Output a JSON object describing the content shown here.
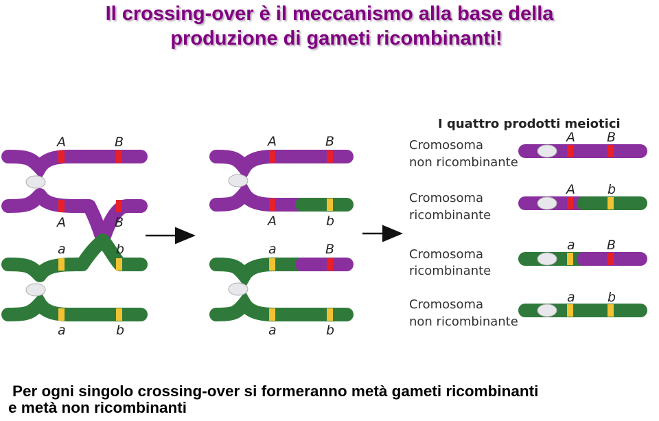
{
  "title": {
    "line1": "Il crossing-over è il meccanismo alla base della",
    "line2": "produzione di gameti ricombinanti!"
  },
  "figure": {
    "products_header": "I quattro prodotti meiotici",
    "allele_A": "A",
    "allele_B": "B",
    "allele_a": "a",
    "allele_b": "b",
    "products": [
      {
        "line1": "Cromosoma",
        "line2": "non ricombinante"
      },
      {
        "line1": "Cromosoma",
        "line2": "ricombinante"
      },
      {
        "line1": "Cromosoma",
        "line2": "ricombinante"
      },
      {
        "line1": "Cromosoma",
        "line2": "non ricombinante"
      }
    ]
  },
  "colors": {
    "title": "#800080",
    "purple": "#8a2f9e",
    "green": "#2f7a3a",
    "red_allele": "#e8202a",
    "yellow_allele": "#f2c233",
    "centromere": "#e8e8ec"
  },
  "footer": {
    "line1": "Per ogni singolo crossing-over si formeranno metà gameti ricombinanti",
    "line2": "e metà non ricombinanti"
  }
}
